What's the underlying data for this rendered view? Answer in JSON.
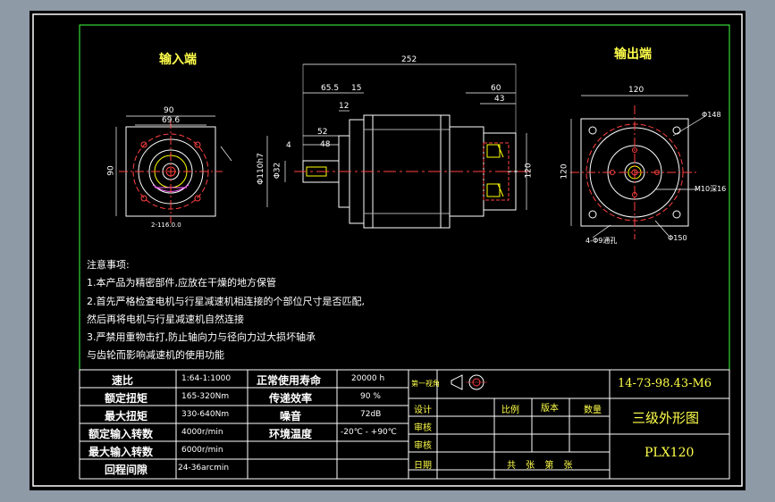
{
  "drawing": {
    "views": {
      "input_end": "输入端",
      "output_end": "输出端"
    },
    "dimensions": {
      "overall_length": "252",
      "d_65_5": "65.5",
      "d_15": "15",
      "d_60": "60",
      "d_43": "43",
      "d_12": "12",
      "d_52": "52",
      "d_4": "4",
      "d_48": "48",
      "d_110": "Φ110h7",
      "d_32": "Φ32",
      "d_120": "120",
      "in_90": "90",
      "in_69_6": "69.6",
      "in_90_v": "90",
      "in_2_116": "2-116.0.0",
      "out_120": "120",
      "out_120_v": "120",
      "phi148": "Φ148",
      "m10": "M10深16",
      "holes": "4-Φ9通孔",
      "phi150": "Φ150"
    },
    "notes": {
      "heading": "注意事项:",
      "lines": [
        "1.本产品为精密部件,应放在干燥的地方保管",
        "2.首先严格检查电机与行星减速机相连接的个部位尺寸是否匹配,",
        "然后再将电机与行星减速机自然连接",
        "3.严禁用重物击打,防止轴向力与径向力过大损坏轴承",
        "与齿轮而影响减速机的使用功能"
      ]
    },
    "specs": [
      {
        "label": "速比",
        "value": "1:64-1:1000",
        "label2": "正常使用寿命",
        "value2": "20000 h"
      },
      {
        "label": "额定扭矩",
        "value": "165-320Nm",
        "label2": "传递效率",
        "value2": "90 %"
      },
      {
        "label": "最大扭矩",
        "value": "330-640Nm",
        "label2": "噪音",
        "value2": "72dB"
      },
      {
        "label": "额定输入转数",
        "value": "4000r/min",
        "label2": "环境温度",
        "value2": "-20℃ - +90℃"
      },
      {
        "label": "最大输入转数",
        "value": "6000r/min",
        "label2": "",
        "value2": ""
      },
      {
        "label": "回程间隙",
        "value": "24-36arcmin",
        "label2": "",
        "value2": ""
      }
    ],
    "title_block": {
      "projection": "第一视角",
      "design": "设计",
      "check": "审核",
      "review": "审核",
      "approve": "日期",
      "date": "日期",
      "scale": "比例",
      "version": "版本",
      "quantity": "数量",
      "sheets": "共  张  第  张",
      "drawing_no": "14-73-98.43-M6",
      "drawing_title": "三级外形图",
      "model": "PLX120"
    }
  }
}
